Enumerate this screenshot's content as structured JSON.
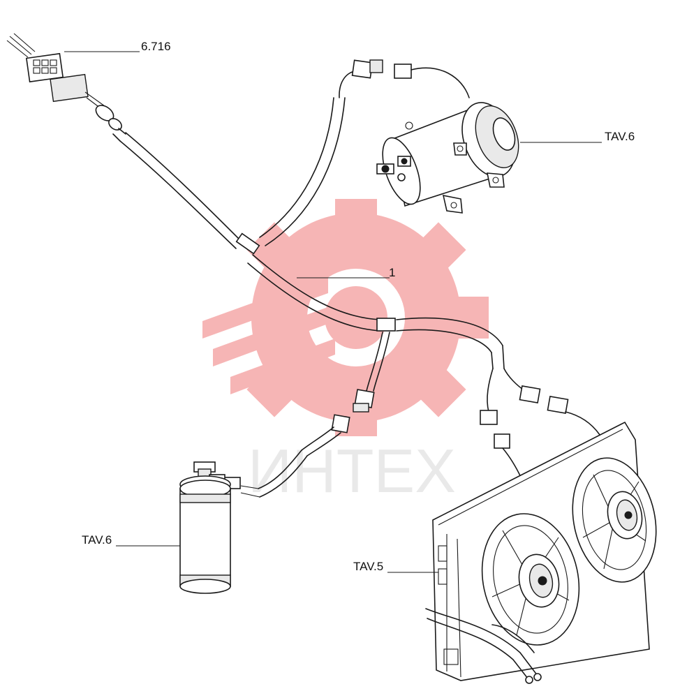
{
  "watermark": {
    "text": "ИНТЕХ",
    "color": "#f07a7a"
  },
  "callouts": {
    "connector": "6.716",
    "compressor": "TAV.6",
    "harness": "1",
    "receiver_drier": "TAV.6",
    "radiator_fans": "TAV.5"
  }
}
